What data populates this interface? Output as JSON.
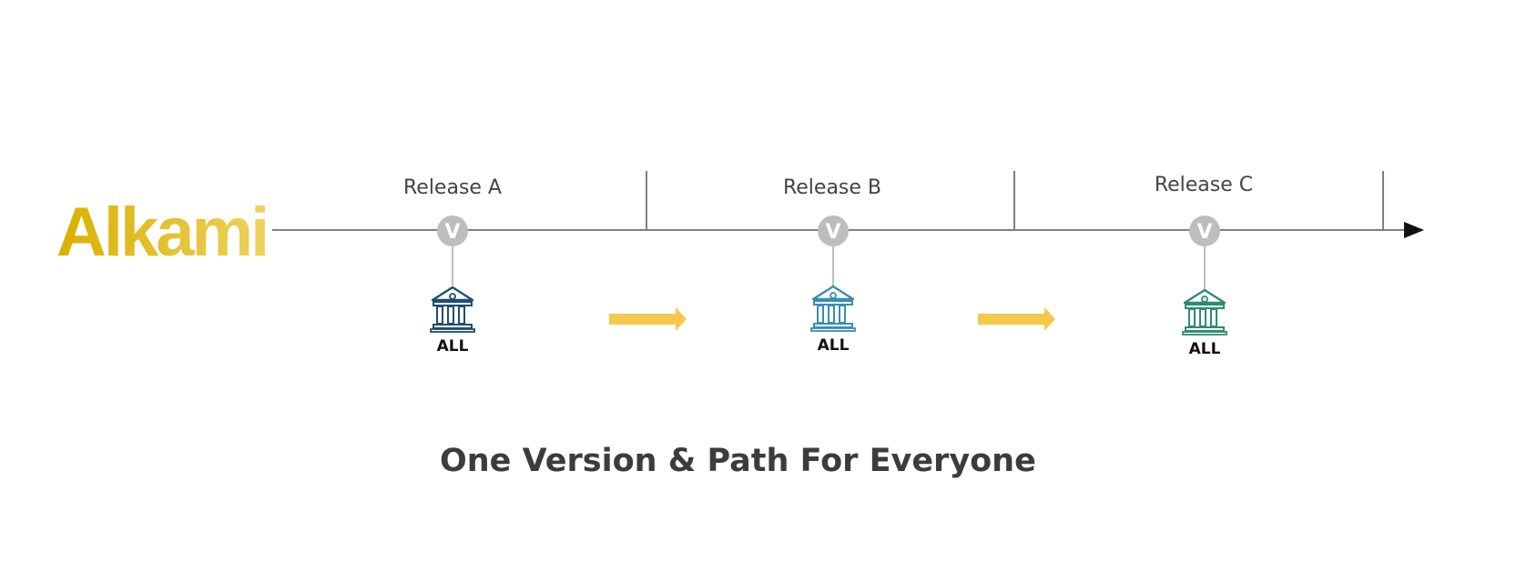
{
  "logo": {
    "text": "Alkami",
    "color_start": "#D9B000",
    "color_end": "#EDD25E"
  },
  "timeline": {
    "line_color": "#808080",
    "arrow_color": "#111111",
    "releases": [
      {
        "label": "Release A",
        "version_badge": "V",
        "institution_icon": "bank-icon",
        "icon_color": "#1F4E6E",
        "scope_label": "ALL"
      },
      {
        "label": "Release B",
        "version_badge": "V",
        "institution_icon": "bank-icon",
        "icon_color": "#3A8DB5",
        "scope_label": "ALL"
      },
      {
        "label": "Release C",
        "version_badge": "V",
        "institution_icon": "bank-icon",
        "icon_color": "#2E8B72",
        "scope_label": "ALL"
      }
    ],
    "transition_arrow_color": "#F5C84A",
    "badge_color": "#BDBDBD"
  },
  "caption": "One Version & Path For Everyone"
}
